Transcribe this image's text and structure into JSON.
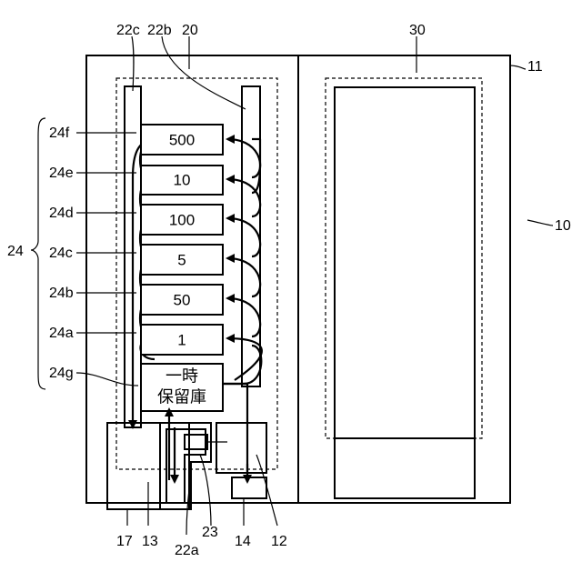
{
  "coin_boxes": [
    {
      "ref": "24f",
      "denomination": "500"
    },
    {
      "ref": "24e",
      "denomination": "10"
    },
    {
      "ref": "24d",
      "denomination": "100"
    },
    {
      "ref": "24c",
      "denomination": "5"
    },
    {
      "ref": "24b",
      "denomination": "50"
    },
    {
      "ref": "24a",
      "denomination": "1"
    }
  ],
  "temp_storage": {
    "ref": "24g",
    "line1": "一時",
    "line2": "保留庫"
  },
  "labels": {
    "group": "24",
    "chute_left": "22c",
    "chute_right": "22b",
    "unit": "20",
    "right_unit": "30",
    "housing": "11",
    "device": "10",
    "bottom_17": "17",
    "bottom_13": "13",
    "bottom_22a": "22a",
    "bottom_23": "23",
    "bottom_14": "14",
    "bottom_12": "12"
  }
}
